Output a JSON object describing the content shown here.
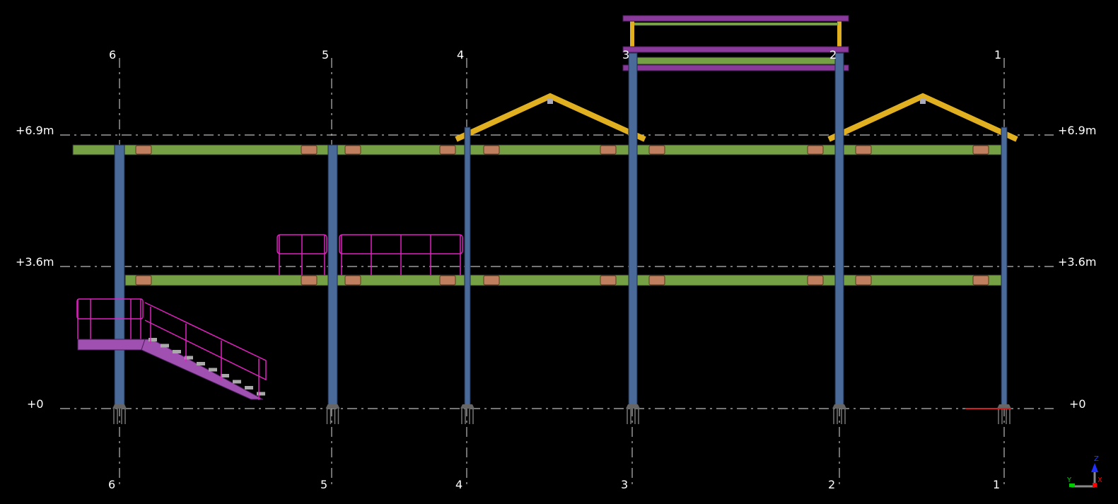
{
  "viewport": {
    "title": "Elevation view"
  },
  "grids": [
    {
      "label": "6"
    },
    {
      "label": "5"
    },
    {
      "label": "4"
    },
    {
      "label": "3"
    },
    {
      "label": "2"
    },
    {
      "label": "1"
    }
  ],
  "levels": [
    {
      "label": "+6.9m"
    },
    {
      "label": "+3.6m"
    },
    {
      "label": "+0"
    }
  ],
  "axes": {
    "z": "Z",
    "y": "Y",
    "x": "X"
  },
  "colors": {
    "beam": "#76a044",
    "column": "#4a6a9a",
    "rafter": "#e0b020",
    "purlin": "#8a3a9a",
    "handrail": "#e020c0",
    "stair": "#a050b0",
    "pad": "#c08060",
    "background": "#000000"
  }
}
